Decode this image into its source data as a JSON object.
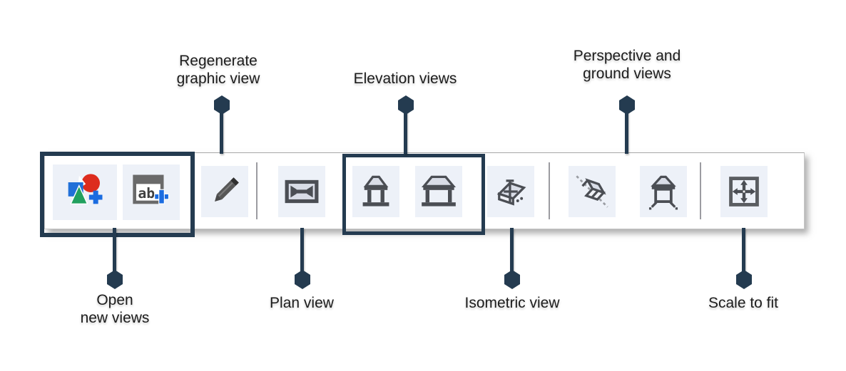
{
  "colors": {
    "accent_navy": "#243b50",
    "tile_background": "#edf1f8",
    "icon_gray": "#4b4e54",
    "icon_light_fill": "#d9dde7",
    "toolbar_border": "#c6c6c6",
    "text": "#1c1c1c",
    "brand_blue": "#2170d8",
    "brand_red": "#dd2c1e",
    "brand_green": "#21a05f",
    "plus_blue": "#1b6ce0"
  },
  "callouts": {
    "regenerate": {
      "line1": "Regenerate",
      "line2": "graphic view"
    },
    "elevation": {
      "line1": "Elevation views"
    },
    "perspective": {
      "line1": "Perspective and",
      "line2": "ground views"
    },
    "open": {
      "line1": "Open",
      "line2": "new views"
    },
    "plan": {
      "line1": "Plan view"
    },
    "isometric": {
      "line1": "Isometric view"
    },
    "scale": {
      "line1": "Scale to fit"
    }
  },
  "toolbar": {
    "text_view_glyph": "ab",
    "buttons": [
      {
        "id": "open-new-graphic-view",
        "icon": "new-graphic-view-icon",
        "group": "open-new-views"
      },
      {
        "id": "open-new-text-view",
        "icon": "new-text-view-icon",
        "group": "open-new-views"
      },
      {
        "id": "regenerate-graphic-view",
        "icon": "pencil-icon"
      },
      {
        "id": "plan-view",
        "icon": "plan-view-icon"
      },
      {
        "id": "elevation-view-front",
        "icon": "elevation-front-icon",
        "group": "elevation-views"
      },
      {
        "id": "elevation-view-side",
        "icon": "elevation-side-icon",
        "group": "elevation-views"
      },
      {
        "id": "isometric-view",
        "icon": "isometric-view-icon"
      },
      {
        "id": "perspective-view",
        "icon": "perspective-view-icon"
      },
      {
        "id": "ground-view",
        "icon": "ground-view-icon"
      },
      {
        "id": "scale-to-fit",
        "icon": "scale-to-fit-icon"
      }
    ]
  }
}
